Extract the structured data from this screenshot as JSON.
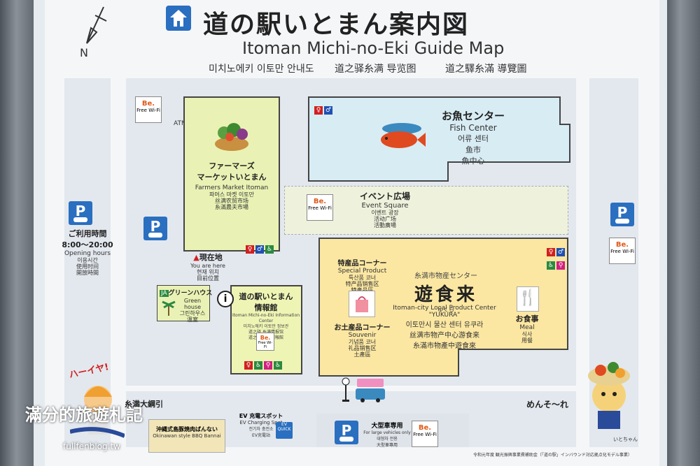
{
  "header": {
    "title_jp": "道の駅いとまん案内図",
    "title_en": "Itoman Michi-no-Eki Guide Map",
    "subtitle_ko": "미치노에키 이토만 안내도",
    "subtitle_zh_cn": "道之驿糸满 导览图",
    "subtitle_zh_tw": "道之驛糸滿 導覽圖",
    "north": "N"
  },
  "left_panel": {
    "hours_label": "ご利用時間",
    "hours": "8:00～20:00",
    "hours_en": "Opening hours",
    "hours_ko": "이용시간",
    "hours_zh_cn": "使用时间",
    "hours_zh_tw": "開放時間"
  },
  "fish_center": {
    "jp": "お魚センター",
    "en": "Fish Center",
    "ko": "어류 센터",
    "zh_cn": "鱼市",
    "zh_tw": "魚中心"
  },
  "farmers_market": {
    "jp1": "ファーマーズ",
    "jp2": "マーケットいとまん",
    "en": "Farmers Market Itoman",
    "ko": "파머스 마켓 이토만",
    "zh_cn": "丝满农贸市场",
    "zh_tw": "糸滿農夫市場",
    "atm": "ATM"
  },
  "event_square": {
    "jp": "イベント広場",
    "en": "Event Square",
    "ko": "이벤트 광장",
    "zh_cn": "活动广场",
    "zh_tw": "活動廣場"
  },
  "you_are_here": {
    "jp": "現在地",
    "en": "You are here",
    "ko": "현재 위치",
    "zh": "目前位置"
  },
  "green_house": {
    "jp": "グリーンハウス",
    "en": "Green house",
    "ko": "그린하우스",
    "zh": "溫室"
  },
  "info_center": {
    "jp1": "道の駅いとまん",
    "jp2": "情報館",
    "en": "Itoman Michi-no-Eki Information Center",
    "ko": "미치노에키 이토만 정보관",
    "zh_cn": "道之驿 糸满情报馆",
    "zh_tw": "道之驛 糸滿情報館"
  },
  "product_center": {
    "special_jp": "特産品コーナー",
    "special_en": "Special Product",
    "special_ko": "특산품 코너",
    "special_zh_cn": "特产品销售区",
    "special_zh_tw": "特產品區",
    "souvenir_jp": "お土産品コーナー",
    "souvenir_en": "Souvenir",
    "souvenir_ko": "기념품 코너",
    "souvenir_zh_cn": "礼品销售区",
    "souvenir_zh_tw": "土產區",
    "logo_small": "糸満市物産センター",
    "logo_big": "遊食来",
    "logo_ruby": "ゆくら",
    "en": "Itoman-city Local Product Center",
    "en2": "\"YUKURA\"",
    "ko": "이토만시 물산 센터 유쿠라",
    "zh_cn": "丝满市物产中心游食来",
    "zh_tw": "糸滿市物產中遊食來",
    "meal_jp": "お食事",
    "meal_en": "Meal",
    "meal_ko": "식사",
    "meal_zh": "用餐"
  },
  "bottom": {
    "rope_label": "糸満大綱引",
    "hiya": "ハーイヤ!",
    "bbq_jp": "沖縄式島豚焼肉ばんない",
    "bbq_en": "Okinawan style BBQ Bannai",
    "ev_jp": "EV 充電スポット",
    "ev_en": "EV Charging Spot",
    "ev_ko": "전기차 충전소",
    "ev_zh": "EV充電站",
    "ev_badge": "EV QUICK",
    "large_jp": "大型車専用",
    "large_en": "For large vehicles only",
    "large_ko": "대형차 전용",
    "large_zh": "大型車專用",
    "mensore": "めんそ～れ",
    "mascot_name": "いとちゃん",
    "footer": "令和元年度 観光振興事業費補助金（「道の駅」インバウンド対応拠点化モデル事業）"
  },
  "wifi": {
    "brand": "Be.",
    "label": "Free Wi-Fi"
  },
  "watermark": {
    "text": "滿分的旅遊札記",
    "url": "fullfenblog.tw"
  },
  "colors": {
    "parking": "#2a6fc0",
    "farmers": "#e9f2b4",
    "fish": "#d8ecf4",
    "event": "#eef2dc",
    "product": "#fbe7a2",
    "info": "#eef4b4"
  }
}
